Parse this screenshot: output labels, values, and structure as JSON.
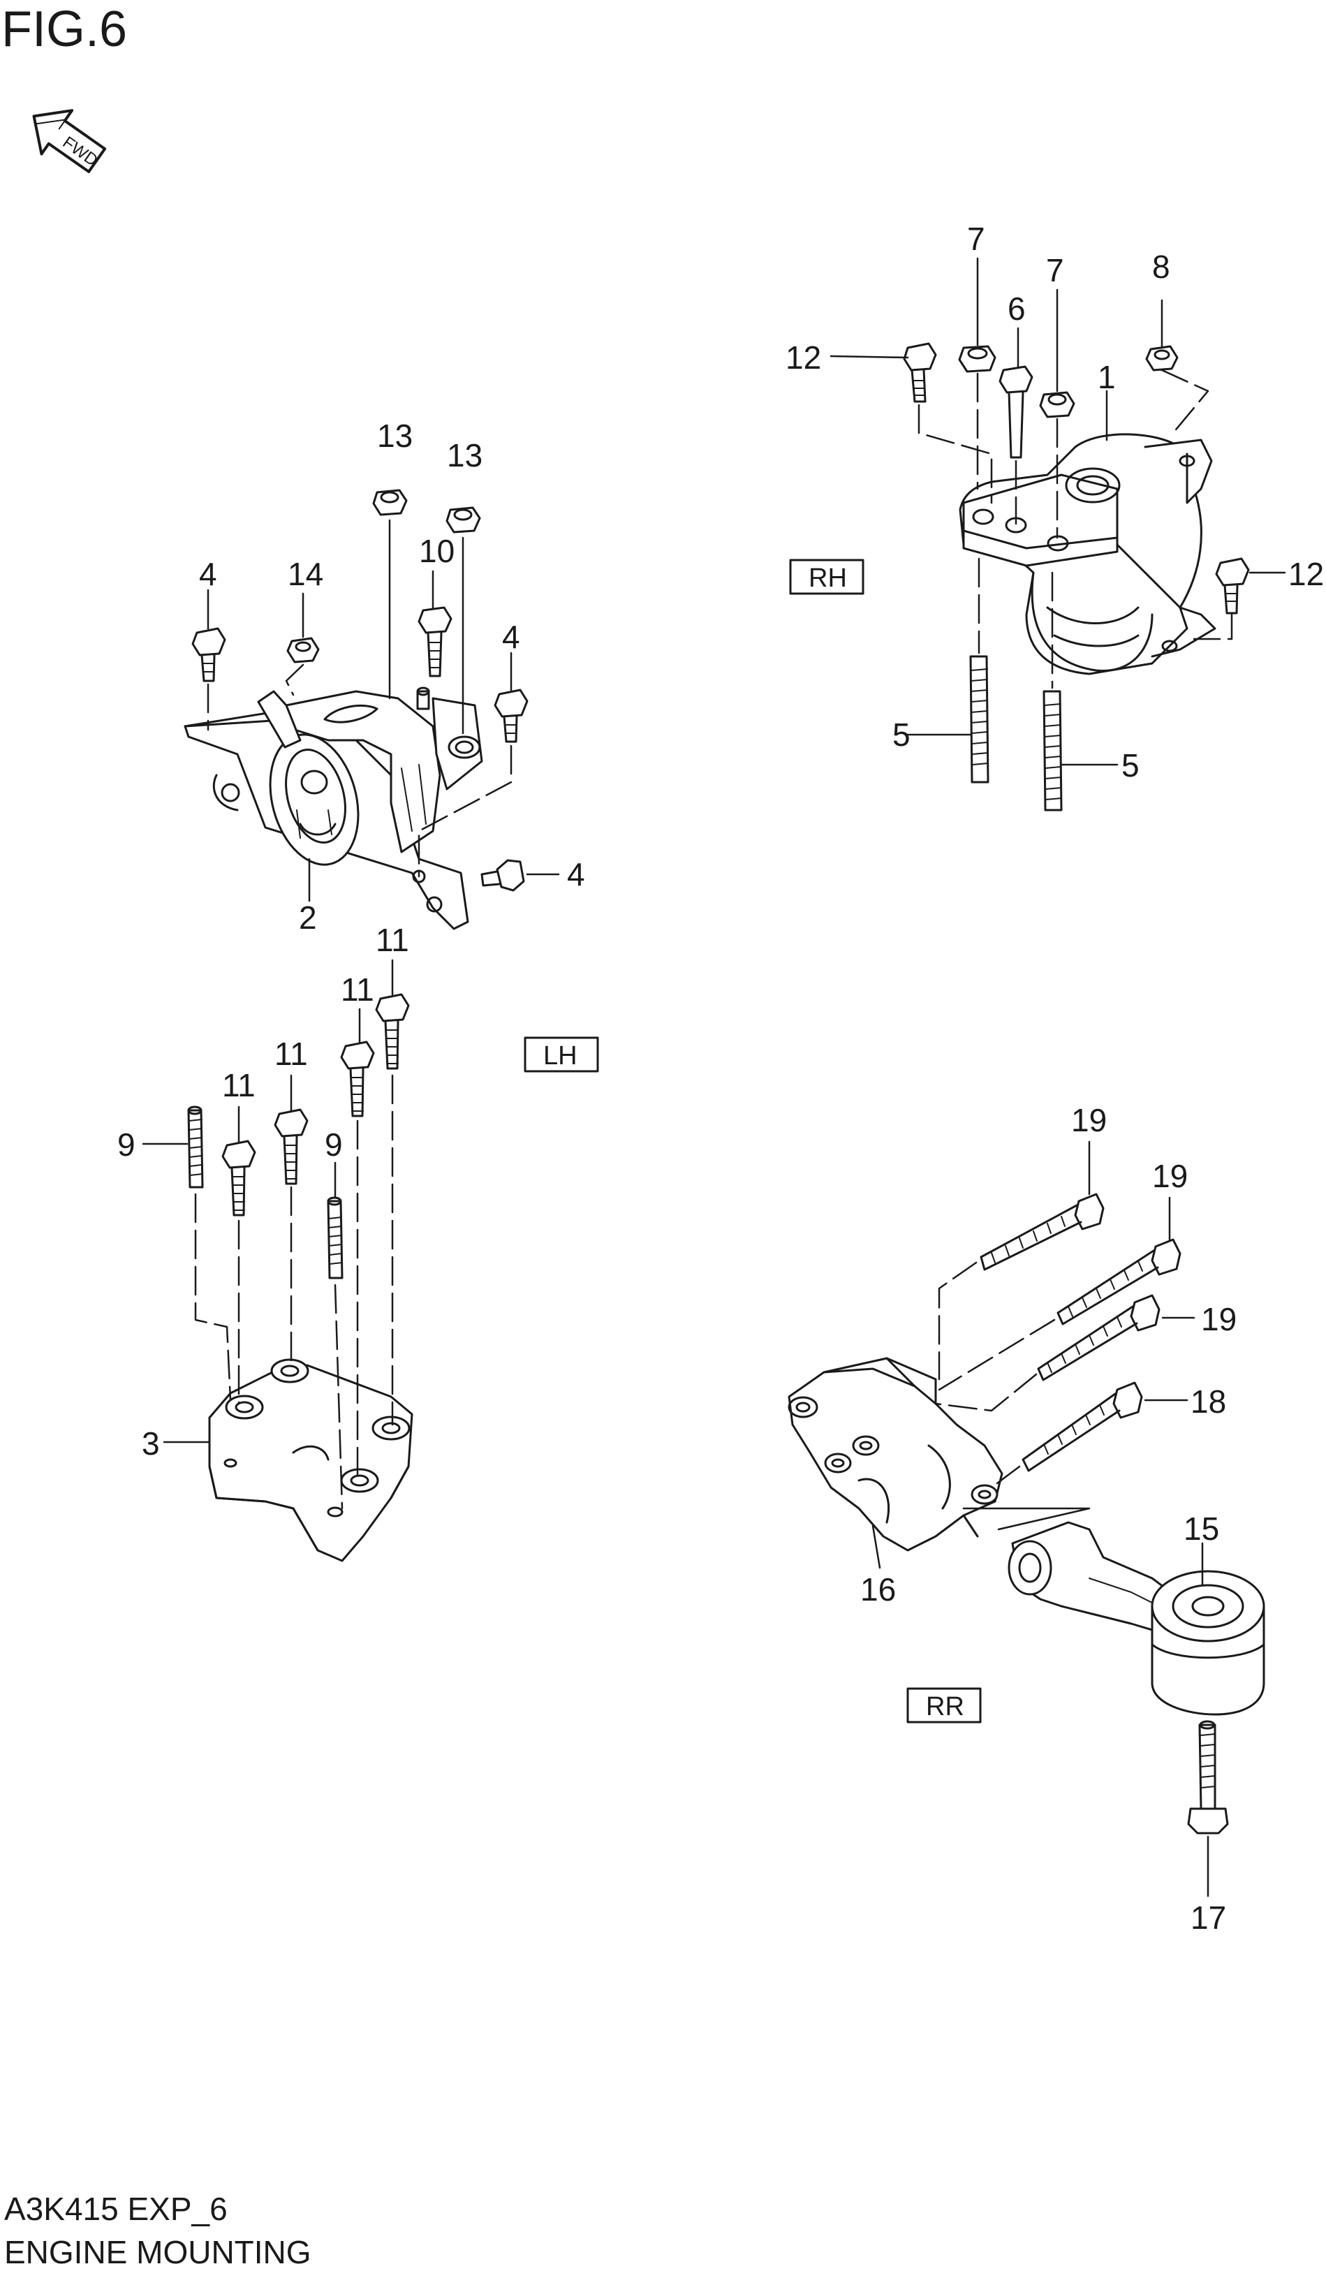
{
  "figure": {
    "title": "FIG.6",
    "code": "A3K415 EXP_6",
    "caption": "ENGINE MOUNTING",
    "fwd_arrow_text": "FWD"
  },
  "groups": [
    {
      "id": "rh",
      "label": "RH"
    },
    {
      "id": "lh",
      "label": "LH"
    },
    {
      "id": "rr",
      "label": "RR"
    }
  ],
  "callouts": [
    {
      "id": "c1",
      "part": "1"
    },
    {
      "id": "c2",
      "part": "2"
    },
    {
      "id": "c3",
      "part": "3"
    },
    {
      "id": "c4a",
      "part": "4"
    },
    {
      "id": "c4b",
      "part": "4"
    },
    {
      "id": "c4c",
      "part": "4"
    },
    {
      "id": "c5a",
      "part": "5"
    },
    {
      "id": "c5b",
      "part": "5"
    },
    {
      "id": "c6",
      "part": "6"
    },
    {
      "id": "c7a",
      "part": "7"
    },
    {
      "id": "c7b",
      "part": "7"
    },
    {
      "id": "c8",
      "part": "8"
    },
    {
      "id": "c9a",
      "part": "9"
    },
    {
      "id": "c9b",
      "part": "9"
    },
    {
      "id": "c10",
      "part": "10"
    },
    {
      "id": "c11a",
      "part": "11"
    },
    {
      "id": "c11b",
      "part": "11"
    },
    {
      "id": "c11c",
      "part": "11"
    },
    {
      "id": "c11d",
      "part": "11"
    },
    {
      "id": "c12a",
      "part": "12"
    },
    {
      "id": "c12b",
      "part": "12"
    },
    {
      "id": "c13a",
      "part": "13"
    },
    {
      "id": "c13b",
      "part": "13"
    },
    {
      "id": "c14",
      "part": "14"
    },
    {
      "id": "c15",
      "part": "15"
    },
    {
      "id": "c16",
      "part": "16"
    },
    {
      "id": "c17",
      "part": "17"
    },
    {
      "id": "c18",
      "part": "18"
    },
    {
      "id": "c19a",
      "part": "19"
    },
    {
      "id": "c19b",
      "part": "19"
    },
    {
      "id": "c19c",
      "part": "19"
    }
  ]
}
